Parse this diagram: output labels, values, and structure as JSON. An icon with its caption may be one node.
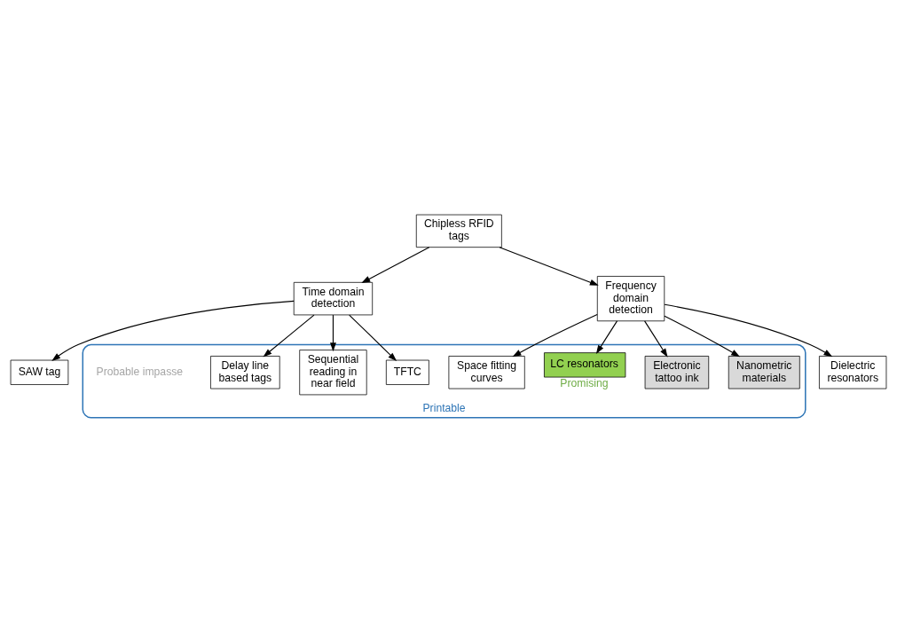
{
  "diagram": {
    "nodes": [
      {
        "text": [
          "Chipless RFID tags"
        ]
      },
      {
        "text": [
          "Time domain detection"
        ]
      },
      {
        "text": [
          "Frequency domain detection"
        ]
      },
      {
        "text": [
          "SAW tag"
        ]
      },
      {
        "text": [
          "Dielectric resonators"
        ]
      },
      {
        "text": [
          "Printable"
        ]
      },
      {
        "text": [
          "Nanometric materials"
        ],
        "in": 5
      },
      {
        "text": [
          "Electronic tattoo ink"
        ],
        "in": 5
      },
      {
        "text": [
          "TFTC"
        ],
        "in": 5
      },
      {
        "text": [
          "LC resonators"
        ],
        "in": 5,
        "beside": [
          "Promising"
        ]
      },
      {
        "text": [
          "Delay line based tags"
        ],
        "in": 5
      },
      {
        "text": [
          "Sequential reading in near field"
        ],
        "in": 5
      },
      {
        "text": [
          "Space fitting curves"
        ],
        "in": 5
      }
    ],
    "edges": [
      {
        "from": 0,
        "to": 1,
        "arrow": "to"
      },
      {
        "from": 0,
        "to": 2,
        "arrow": "to"
      },
      {
        "from": 1,
        "to": 3,
        "arrow": "to"
      },
      {
        "from": 1,
        "to": 8,
        "arrow": "to"
      },
      {
        "from": 1,
        "to": 10,
        "arrow": "to"
      },
      {
        "from": 1,
        "to": 11,
        "arrow": "to"
      },
      {
        "from": 2,
        "to": 6,
        "arrow": "to"
      },
      {
        "from": 2,
        "to": 7,
        "arrow": "to"
      },
      {
        "from": 2,
        "to": 12,
        "arrow": "to"
      },
      {
        "from": 2,
        "to": 9,
        "arrow": "to"
      },
      {
        "from": 2,
        "to": 4,
        "arrow": "to"
      }
    ],
    "labels": [
      "Probable impasse"
    ]
  }
}
